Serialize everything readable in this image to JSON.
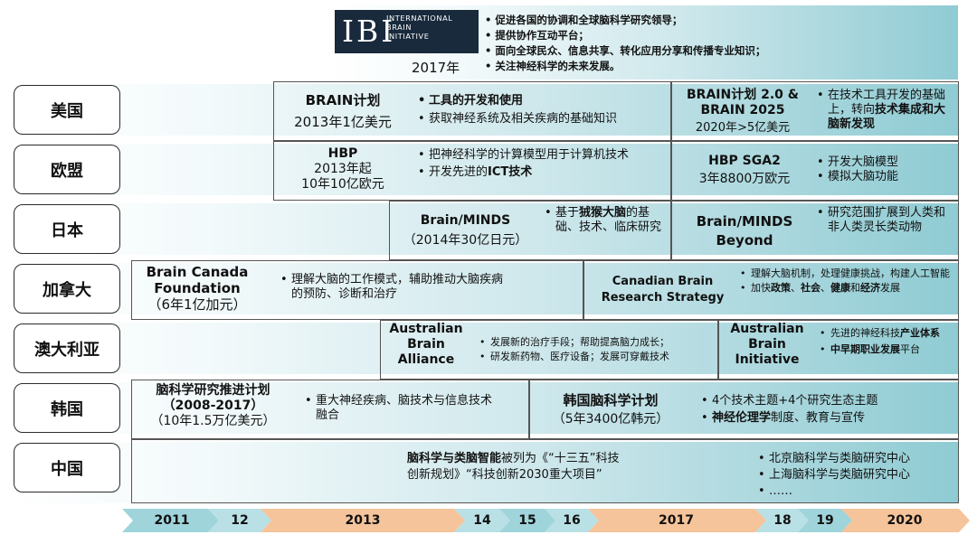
{
  "header": {
    "logo": {
      "initials": "IBI",
      "line1": "INTERNATIONAL",
      "line2": "BRAIN",
      "line3": "INITIATIVE"
    },
    "year": "2017年",
    "bullets": [
      "促进各国的协调和全球脑科学研究领导；",
      "提供协作互动平台；",
      "面向全球民众、信息共享、转化应用分享和传播专业知识；",
      "关注神经科学的未来发展。"
    ]
  },
  "countries": [
    "美国",
    "欧盟",
    "日本",
    "加拿大",
    "澳大利亚",
    "韩国",
    "中国"
  ],
  "us": {
    "p1": {
      "name": "BRAIN计划",
      "funding": "2013年1亿美元",
      "bullets": [
        "工具的开发和使用",
        "获取神经系统及相关疾病的基础知识"
      ]
    },
    "p2": {
      "name1": "BRAIN计划 2.0 &",
      "name2": "BRAIN 2025",
      "funding": "2020年>5亿美元",
      "b_pre": "在技术工具开发的基础上，转向",
      "b_bold": "技术集成和大脑新发现"
    }
  },
  "eu": {
    "p1": {
      "name": "HBP",
      "funding1": "2013年起",
      "funding2": "10年10亿欧元",
      "b1": "把神经科学的计算模型用于计算机技术",
      "b2_pre": "开发先进的",
      "b2_bold": "ICT技术"
    },
    "p2": {
      "name": "HBP SGA2",
      "funding": "3年8800万欧元",
      "bullets": [
        "开发大脑模型",
        "模拟大脑功能"
      ]
    }
  },
  "jp": {
    "p1": {
      "name": "Brain/MINDS",
      "funding": "（2014年30亿日元）",
      "b_pre": "基于",
      "b_bold": "狨猴大脑",
      "b_post": "的基础、技术、临床研究"
    },
    "p2": {
      "name1": "Brain/MINDS",
      "name2": "Beyond",
      "bullet": "研究范围扩展到人类和非人类灵长类动物"
    }
  },
  "ca": {
    "p1": {
      "name1": "Brain Canada",
      "name2": "Foundation",
      "funding": "（6年1亿加元）",
      "bullet": "理解大脑的工作模式，辅助推动大脑疾病的预防、诊断和治疗"
    },
    "p2": {
      "name1": "Canadian Brain",
      "name2": "Research Strategy",
      "b1": "理解大脑机制，处理健康挑战，构建人工智能",
      "b2_pre": "加快",
      "b2_a": "政策",
      "b2_s1": "、",
      "b2_b": "社会",
      "b2_s2": "、",
      "b2_c": "健康",
      "b2_s3": "和",
      "b2_d": "经济",
      "b2_post": "发展"
    }
  },
  "au": {
    "p1": {
      "name1": "Australian",
      "name2": "Brain",
      "name3": "Alliance",
      "bullets": [
        "发展新的治疗手段；帮助提高脑力成长；",
        "研发新药物、医疗设备；发展可穿戴技术"
      ]
    },
    "p2": {
      "name1": "Australian",
      "name2": "Brain",
      "name3": "Initiative",
      "b1_pre": "先进的神经科技",
      "b1_bold": "产业体系",
      "b2_bold": "中早期职业发展",
      "b2_post": "平台"
    }
  },
  "kr": {
    "p1": {
      "name": "脑科学研究推进计划",
      "years": "（2008-2017）",
      "funding": "（10年1.5万亿美元）",
      "bullet": "重大神经疾病、脑技术与信息技术融合"
    },
    "p2": {
      "name": "韩国脑科学计划",
      "funding": "（5年3400亿韩元）",
      "b1": "4个技术主题+4个研究生态主题",
      "b2_bold": "神经伦理学",
      "b2_post": "制度、教育与宣传"
    }
  },
  "cn": {
    "t_bold": "脑科学与类脑智能",
    "t_rest1": "被列为《“十三五”科技",
    "t_rest2": "创新规划》“科技创新2030重大项目”",
    "bullets": [
      "北京脑科学与类脑研究中心",
      "上海脑科学与类脑研究中心",
      "……"
    ]
  },
  "timeline": [
    "2011",
    "12",
    "2013",
    "14",
    "15",
    "16",
    "2017",
    "18",
    "19",
    "2020"
  ],
  "colors": {
    "teal": "#8fcbd3",
    "orange": "#f5c49a",
    "border": "#555555",
    "logo_bg": "#182a3c"
  }
}
